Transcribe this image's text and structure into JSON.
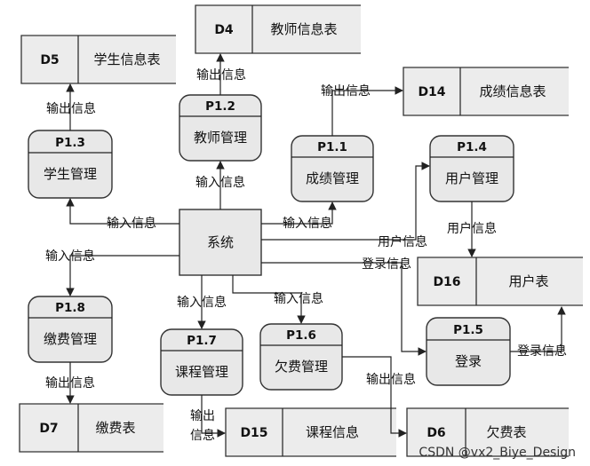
{
  "center": {
    "label": "系统"
  },
  "processes": {
    "p12": {
      "id": "P1.2",
      "name": "教师管理"
    },
    "p13": {
      "id": "P1.3",
      "name": "学生管理"
    },
    "p11": {
      "id": "P1.1",
      "name": "成绩管理"
    },
    "p14": {
      "id": "P1.4",
      "name": "用户管理"
    },
    "p18": {
      "id": "P1.8",
      "name": "缴费管理"
    },
    "p17": {
      "id": "P1.7",
      "name": "课程管理"
    },
    "p16": {
      "id": "P1.6",
      "name": "欠费管理"
    },
    "p15": {
      "id": "P1.5",
      "name": "登录"
    }
  },
  "stores": {
    "d4": {
      "id": "D4",
      "name": "教师信息表"
    },
    "d5": {
      "id": "D5",
      "name": "学生信息表"
    },
    "d14": {
      "id": "D14",
      "name": "成绩信息表"
    },
    "d16": {
      "id": "D16",
      "name": "用户表"
    },
    "d7": {
      "id": "D7",
      "name": "缴费表"
    },
    "d15": {
      "id": "D15",
      "name": "课程信息"
    },
    "d6": {
      "id": "D6",
      "name": "欠费表"
    }
  },
  "flows": {
    "output_d4": "输出信息",
    "output_d5": "输出信息",
    "output_d14": "输出信息",
    "input_p12": "输入信息",
    "input_p13": "输入信息",
    "input_p11": "输入信息",
    "user_info_sys": "用户信息",
    "user_info_p14": "用户信息",
    "login_info_sys": "登录信息",
    "login_info_p15": "登录信息",
    "input_p18": "输入信息",
    "input_p17": "输入信息",
    "input_p16": "输入信息",
    "output_d7": "输出信息",
    "output_d15_1": "输出",
    "output_d15_2": "信息",
    "output_d6": "输出信息"
  },
  "watermark": "CSDN @vx2_Biye_Design"
}
